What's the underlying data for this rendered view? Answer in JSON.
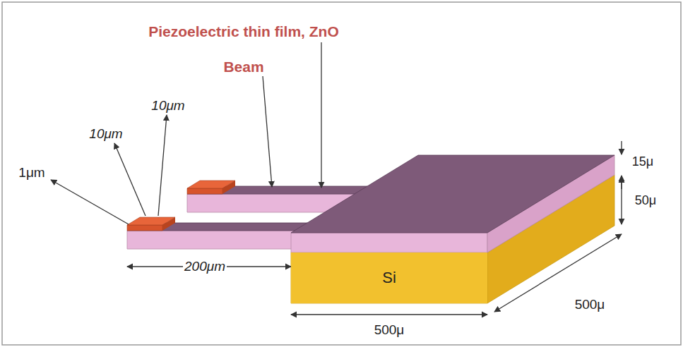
{
  "diagram": {
    "nodes": [
      {
        "text": [
          "Si"
        ]
      }
    ],
    "labels": [
      "Piezoelectric thin film, ZnO",
      "Beam",
      "10μm",
      "10μm",
      "1μm",
      "200μm",
      "15μ",
      "50μ",
      "500μ",
      "500μ"
    ]
  }
}
